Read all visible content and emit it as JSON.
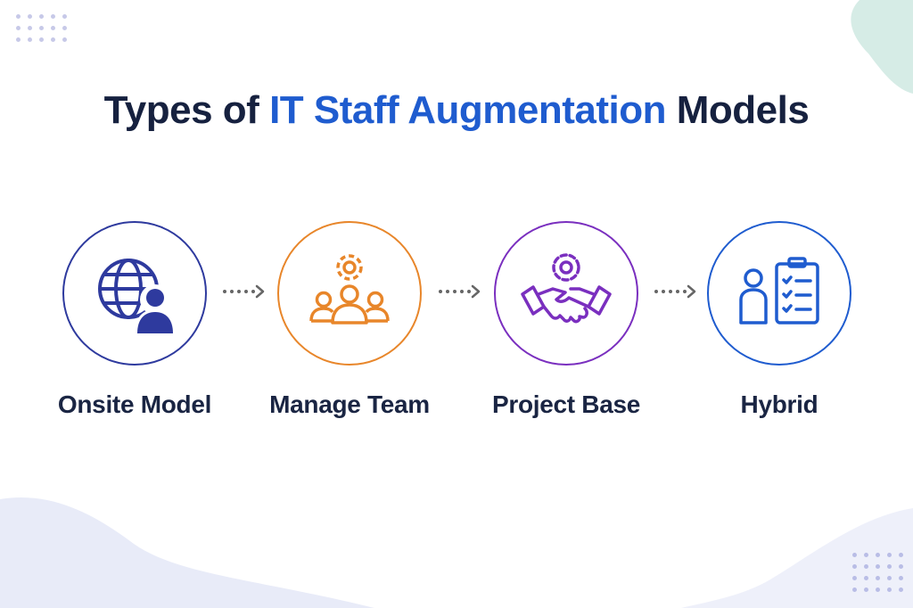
{
  "title": {
    "prefix": "Types of",
    "highlight": "IT Staff Augmentation",
    "suffix": "Models"
  },
  "colors": {
    "title": "#16213f",
    "accent": "#1f5ccf",
    "onsite": "#2e3a9e",
    "manage": "#e8862a",
    "project": "#7a2fbf",
    "hybrid": "#1f5ccf",
    "arrow": "#666666"
  },
  "models": [
    {
      "label": "Onsite Model",
      "icon": "globe-user-icon"
    },
    {
      "label": "Manage Team",
      "icon": "team-gear-icon"
    },
    {
      "label": "Project Base",
      "icon": "handshake-gear-icon"
    },
    {
      "label": "Hybrid",
      "icon": "person-checklist-icon"
    }
  ]
}
